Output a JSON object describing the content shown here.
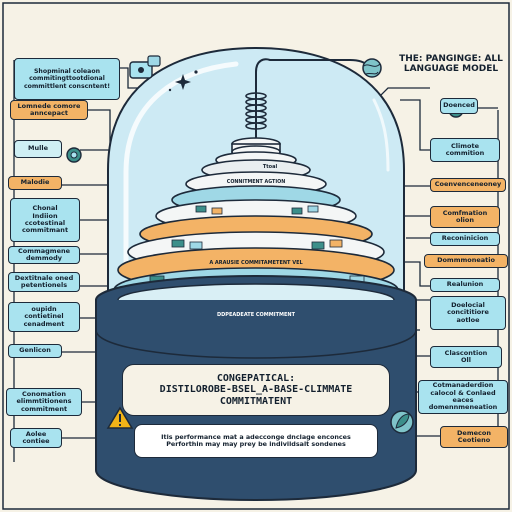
{
  "header": {
    "left_note": "Shopminal coleaon\ncommitingttootdional\ncommittlent conscntent!",
    "title": "THE: PANGINGE: ALL\nLANGUAGE MODEL"
  },
  "left_labels": [
    {
      "text": "Lomnede comore\nanncepact",
      "color": "orange"
    },
    {
      "text": "Mulle",
      "color": "light"
    },
    {
      "text": "Malodie",
      "color": "orange"
    },
    {
      "text": "Chonal\nIndiion\nccotestinal\ncommitmant",
      "color": "blue"
    },
    {
      "text": "Commagmene\ndemmody",
      "color": "blue"
    },
    {
      "text": "Dextitnale oned\npetentionels",
      "color": "blue"
    },
    {
      "text": "oupidn\ncontietinel\ncenadment",
      "color": "blue"
    },
    {
      "text": "Genlicon",
      "color": "blue"
    },
    {
      "text": "Conomation\nelimmtitionens\ncommitment",
      "color": "blue"
    },
    {
      "text": "Aolee\ncontiee",
      "color": "blue"
    }
  ],
  "right_labels": [
    {
      "text": "Doenced",
      "color": "blue"
    },
    {
      "text": "Climote\ncommition",
      "color": "blue"
    },
    {
      "text": "Coenvenceneoney",
      "color": "orange"
    },
    {
      "text": "Comfmation\nolion",
      "color": "orange"
    },
    {
      "text": "Reconinicion",
      "color": "blue"
    },
    {
      "text": "Dommmoneatio",
      "color": "orange"
    },
    {
      "text": "Realunion",
      "color": "blue"
    },
    {
      "text": "Doelocial\nconcititiore\naotloe",
      "color": "blue"
    },
    {
      "text": "Clascontion\nOll",
      "color": "blue"
    },
    {
      "text": "Cotmanaderdion\ncalocol & Conlaed\neaces domennmeneation",
      "color": "blue"
    },
    {
      "text": "Demecon\nCeotieno",
      "color": "orange"
    }
  ],
  "center": {
    "small_label": "Ttoal",
    "tier_text_1": "CONNITMENT AGTION",
    "tier_text_2": "A ARAUSIE COMMITAMETENT VEL",
    "tier_text_3": "DDPEADEATE COMMITMENT",
    "panel_title": "CONGEPATICAL:\nDISTILOROBE-BSEL̲A-BASE-CLIMMATE\nCOMMITMATENT",
    "note": "Itis performance mat a adecconge dnclage enconces\nPerforthin may may prey be indivildsalt sondenes"
  },
  "colors": {
    "outline": "#1d2a3a",
    "blue": "#a9e3ef",
    "orange": "#f3b366",
    "light": "#cfeff4",
    "dome": "#cdeaf4",
    "base": "#2f4e6e",
    "background": "#f6f2e6",
    "warning": "#f2b418"
  }
}
